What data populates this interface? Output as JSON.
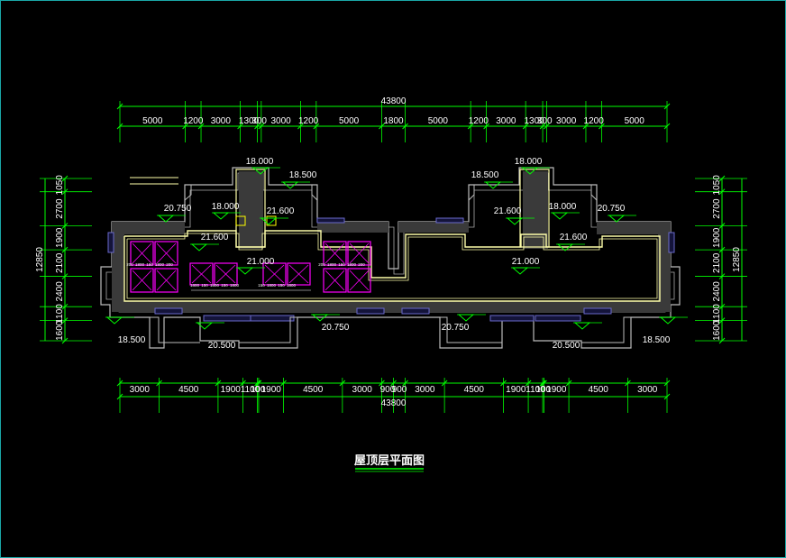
{
  "colors": {
    "background": "#000000",
    "dimension": "#00ff00",
    "text": "#ffffff",
    "outline": "#bbbbbb",
    "parapet": "#ffffaa",
    "equipment": "#ff00ff",
    "window": "#6a6acc",
    "marker": "#ffff00",
    "frame": "#1aa7a7"
  },
  "title": "屋顶层平面图",
  "dims": {
    "top_total": "43800",
    "top_segments": [
      "5000",
      "1200",
      "3000",
      "1300",
      "300",
      "3000",
      "1200",
      "5000",
      "1800",
      "5000",
      "1200",
      "3000",
      "1300",
      "300",
      "3000",
      "1200",
      "5000"
    ],
    "bottom_total": "43800",
    "bottom_segments": [
      "3000",
      "4500",
      "1900",
      "1100",
      "100",
      "1900",
      "4500",
      "3000",
      "900",
      "900",
      "3000",
      "4500",
      "1900",
      "1100",
      "100",
      "1900",
      "4500",
      "3000"
    ],
    "left_total": "12850",
    "left_segments": [
      "1050",
      "2700",
      "1900",
      "2100",
      "2400",
      "1100",
      "1600"
    ],
    "right_total": "12850",
    "right_segments": [
      "1050",
      "2700",
      "1900",
      "2100",
      "2400",
      "1100",
      "1600"
    ]
  },
  "levels": [
    {
      "id": "lvl-18000-left",
      "text": "18.000"
    },
    {
      "id": "lvl-18500-left",
      "text": "18.500"
    },
    {
      "id": "lvl-18000-left-inner",
      "text": "18.000"
    },
    {
      "id": "lvl-21600-left-stair",
      "text": "21.600"
    },
    {
      "id": "lvl-20750-left",
      "text": "20.750"
    },
    {
      "id": "lvl-21600-left",
      "text": "21.600"
    },
    {
      "id": "lvl-21000-left",
      "text": "21.000"
    },
    {
      "id": "lvl-18000-right",
      "text": "18.000"
    },
    {
      "id": "lvl-18500-right",
      "text": "18.500"
    },
    {
      "id": "lvl-21600-right-stair",
      "text": "21.600"
    },
    {
      "id": "lvl-18000-right-inner",
      "text": "18.000"
    },
    {
      "id": "lvl-20750-right",
      "text": "20.750"
    },
    {
      "id": "lvl-21600-right",
      "text": "21.600"
    },
    {
      "id": "lvl-21000-right",
      "text": "21.000"
    },
    {
      "id": "lvl-18500-bottom-left",
      "text": "18.500"
    },
    {
      "id": "lvl-20500-bottom-left",
      "text": "20.500"
    },
    {
      "id": "lvl-20750-bottom-left",
      "text": "20.750"
    },
    {
      "id": "lvl-20750-bottom-right",
      "text": "20.750"
    },
    {
      "id": "lvl-20500-bottom-right",
      "text": "20.500"
    },
    {
      "id": "lvl-18500-bottom-right",
      "text": "18.500"
    }
  ],
  "equipment_labels": {
    "left_a": [
      "200",
      "1800",
      "150",
      "1800",
      "200"
    ],
    "left_b": [
      "1800",
      "150",
      "1800",
      "150",
      "1800"
    ],
    "mid_a": [
      "150",
      "1800",
      "150",
      "1800"
    ],
    "right_a": [
      "200",
      "1800",
      "150",
      "1800",
      "200"
    ]
  }
}
